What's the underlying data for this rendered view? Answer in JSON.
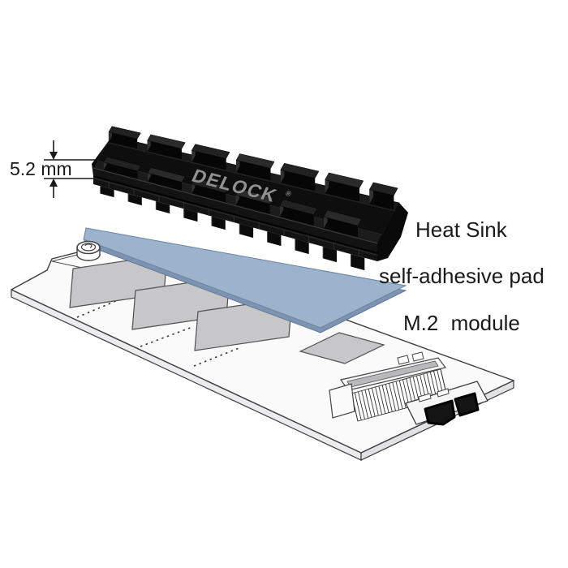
{
  "figure": {
    "dimension_label": "5.2 mm",
    "brand_logo": "DELOCK",
    "brand_logo_mark": "®",
    "callouts": {
      "heat_sink": "Heat Sink",
      "adhesive_pad": "self-adhesive pad",
      "m2_module": "M.2 module"
    }
  },
  "colors": {
    "heat_sink_body": "#131313",
    "heat_sink_top": "#1b1b1b",
    "heat_sink_band": "#0e0e0e",
    "logo_text": "#919191",
    "adhesive_pad": "#9db3cc",
    "adhesive_pad_edge": "#7d94b1",
    "pcb_fill": "#fafafa",
    "pcb_edge_fill": "#ececee",
    "pcb_stroke": "#3c3c3c",
    "chip_fill": "#c7c7c9",
    "label_text": "#1a1a1a"
  }
}
